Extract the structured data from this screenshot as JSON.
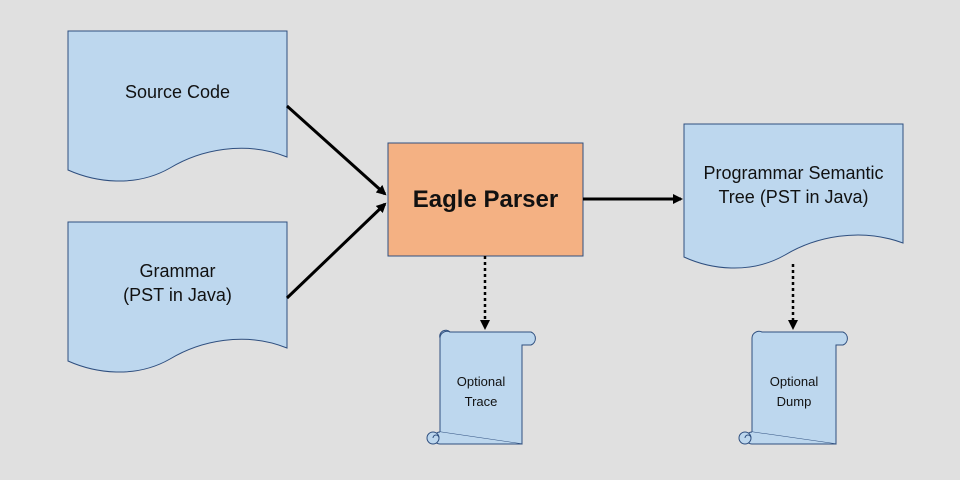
{
  "diagram": {
    "source_doc": {
      "label": "Source Code"
    },
    "grammar_doc": {
      "line1": "Grammar",
      "line2": "(PST in Java)"
    },
    "parser": {
      "label": "Eagle Parser"
    },
    "pst_doc": {
      "line1": "Programmar Semantic",
      "line2": "Tree (PST in Java)"
    },
    "trace_scroll": {
      "line1": "Optional",
      "line2": "Trace"
    },
    "dump_scroll": {
      "line1": "Optional",
      "line2": "Dump"
    }
  },
  "colors": {
    "background": "#e0e0e0",
    "document_fill": "#bdd7ee",
    "document_stroke": "#2f4f7f",
    "parser_fill": "#f4b183",
    "parser_stroke": "#2f4f7f",
    "arrow": "#000000"
  }
}
